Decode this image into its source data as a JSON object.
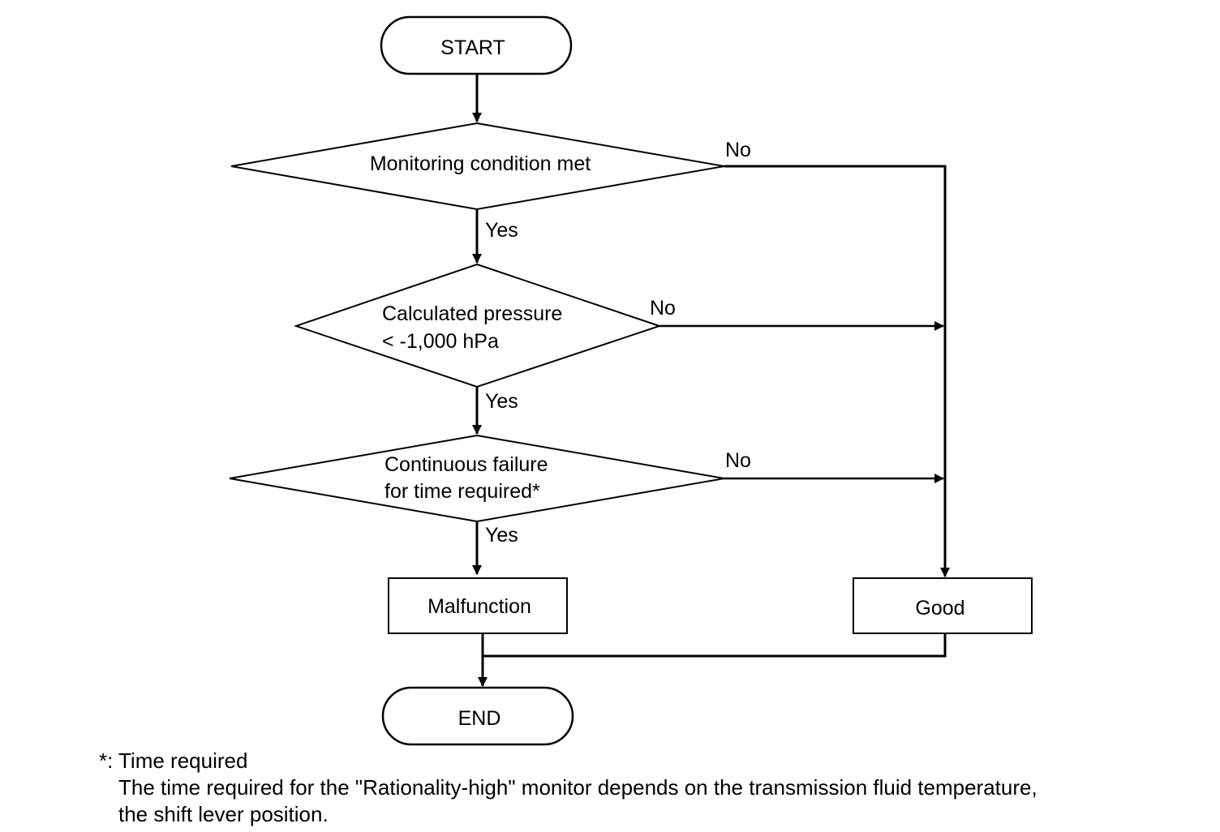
{
  "flowchart": {
    "start": "START",
    "end": "END",
    "decisions": [
      {
        "lines": [
          "Monitoring condition met"
        ],
        "yes": "Yes",
        "no": "No"
      },
      {
        "lines": [
          "Calculated pressure",
          "< -1,000 hPa"
        ],
        "yes": "Yes",
        "no": "No"
      },
      {
        "lines": [
          "Continuous failure",
          "for time required*"
        ],
        "yes": "Yes",
        "no": "No"
      }
    ],
    "malfunction": "Malfunction",
    "good": "Good"
  },
  "footnote": {
    "marker": "*:",
    "title": "Time required",
    "line1": "The time required for the \"Rationality-high\" monitor depends on the transmission fluid temperature,",
    "line2": "the shift lever position."
  }
}
